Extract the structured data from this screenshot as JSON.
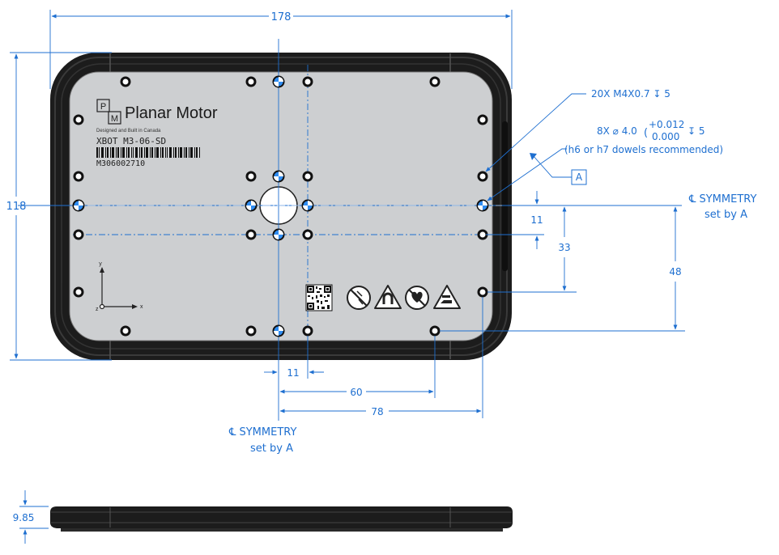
{
  "dimensions": {
    "overall_width": "178",
    "overall_height": "118",
    "thickness": "9.85",
    "offset_11_vertical": "11",
    "offset_33": "33",
    "offset_48": "48",
    "offset_11_horizontal": "11",
    "offset_60": "60",
    "offset_78": "78"
  },
  "callouts": {
    "threaded_holes": "20X M4X0.7 ↧ 5",
    "dowel_holes_prefix": "8X ⌀ 4.0",
    "dowel_tol_upper": "+0.012",
    "dowel_tol_lower": "0.000",
    "dowel_depth": "↧ 5",
    "dowel_note": "(h6 or h7 dowels recommended)",
    "datum": "A"
  },
  "symmetry": {
    "horizontal_line1": "℄ SYMMETRY",
    "horizontal_line2": "set by A",
    "vertical_line1": "℄ SYMMETRY",
    "vertical_line2": "set by A"
  },
  "label": {
    "logo_p": "P",
    "logo_m": "M",
    "brand": "Planar Motor",
    "subtitle": "Designed and Built in Canada",
    "model": "XBOT M3-06-SD",
    "serial": "M306002710"
  },
  "axes": {
    "x": "x",
    "y": "y",
    "z": "z"
  },
  "icons": [
    "qr-code-icon",
    "no-implant-icon",
    "magnetic-field-warning-icon",
    "no-pacemaker-icon",
    "hand-crush-warning-icon"
  ],
  "colors": {
    "dimension": "#1e6fd0",
    "frame": "#1a1a1a",
    "plate": "#cdcfd1",
    "dowel": "#2f8cf0"
  }
}
